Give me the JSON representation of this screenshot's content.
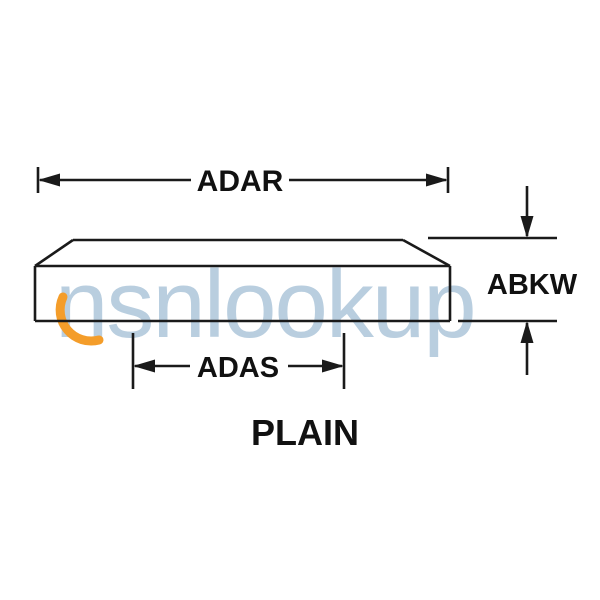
{
  "diagram": {
    "caption": "PLAIN",
    "dimensions": {
      "adar": "ADAR",
      "abkw": "ABKW",
      "adas": "ADAS"
    },
    "watermark": "nsnlookup",
    "colors": {
      "line": "#1a1a1a",
      "watermark": "#b9cedf",
      "watermark_accent": "#f49d2a"
    }
  }
}
